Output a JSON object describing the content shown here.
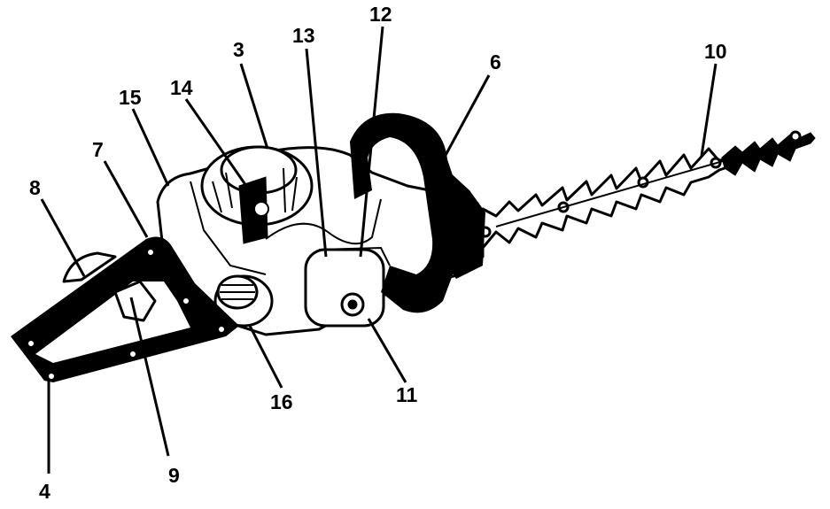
{
  "diagram": {
    "callouts": [
      {
        "id": "3",
        "text": "3"
      },
      {
        "id": "4",
        "text": "4"
      },
      {
        "id": "6",
        "text": "6"
      },
      {
        "id": "7",
        "text": "7"
      },
      {
        "id": "8",
        "text": "8"
      },
      {
        "id": "9",
        "text": "9"
      },
      {
        "id": "10",
        "text": "10"
      },
      {
        "id": "11",
        "text": "11"
      },
      {
        "id": "12",
        "text": "12"
      },
      {
        "id": "13",
        "text": "13"
      },
      {
        "id": "14",
        "text": "14"
      },
      {
        "id": "15",
        "text": "15"
      },
      {
        "id": "16",
        "text": "16"
      }
    ]
  }
}
